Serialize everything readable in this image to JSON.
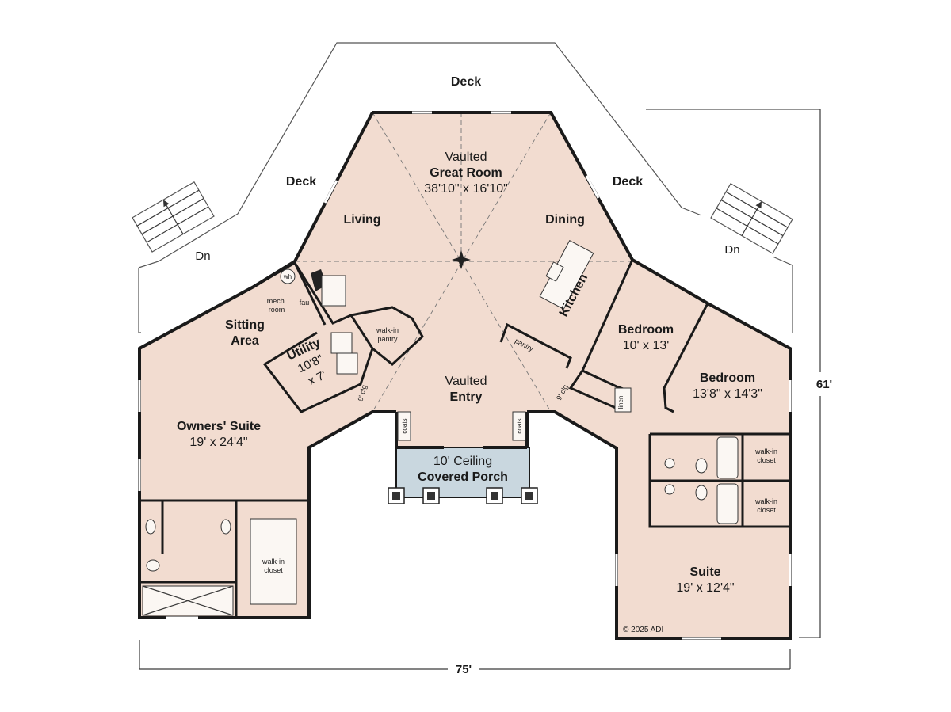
{
  "colors": {
    "floor": "#f2dcd0",
    "porch": "#c9d7df",
    "wall": "#1a1a1a",
    "background": "#ffffff"
  },
  "labels": {
    "deck_top": "Deck",
    "deck_left": "Deck",
    "deck_right": "Deck",
    "dn_left": "Dn",
    "dn_right": "Dn",
    "great_room_line1": "Vaulted",
    "great_room_line2": "Great Room",
    "great_room_dims": "38'10\" x 16'10\"",
    "living": "Living",
    "dining": "Dining",
    "kitchen": "Kitchen",
    "sitting_line1": "Sitting",
    "sitting_line2": "Area",
    "utility_line1": "Utility",
    "utility_line2": "10'8\"",
    "utility_line3": "x 7'",
    "mech_line1": "mech.",
    "mech_line2": "room",
    "fau": "fau",
    "wh": "wh",
    "walkin_pantry_line1": "walk-in",
    "walkin_pantry_line2": "pantry",
    "pantry": "pantry",
    "linen": "linen",
    "clg_left": "9' clg",
    "clg_right": "9' clg",
    "entry_line1": "Vaulted",
    "entry_line2": "Entry",
    "coats_left": "coats",
    "coats_right": "coats",
    "porch_line1": "10' Ceiling",
    "porch_line2": "Covered Porch",
    "owners_suite": "Owners' Suite",
    "owners_suite_dims": "19' x 24'4\"",
    "owners_closet_line1": "walk-in",
    "owners_closet_line2": "closet",
    "bedroom1": "Bedroom",
    "bedroom1_dims": "10' x 13'",
    "bedroom2": "Bedroom",
    "bedroom2_dims": "13'8\" x 14'3\"",
    "closet1_line1": "walk-in",
    "closet1_line2": "closet",
    "closet2_line1": "walk-in",
    "closet2_line2": "closet",
    "suite": "Suite",
    "suite_dims": "19' x 12'4\"",
    "copyright": "© 2025 ADI",
    "dim_width": "75'",
    "dim_depth": "61'"
  }
}
